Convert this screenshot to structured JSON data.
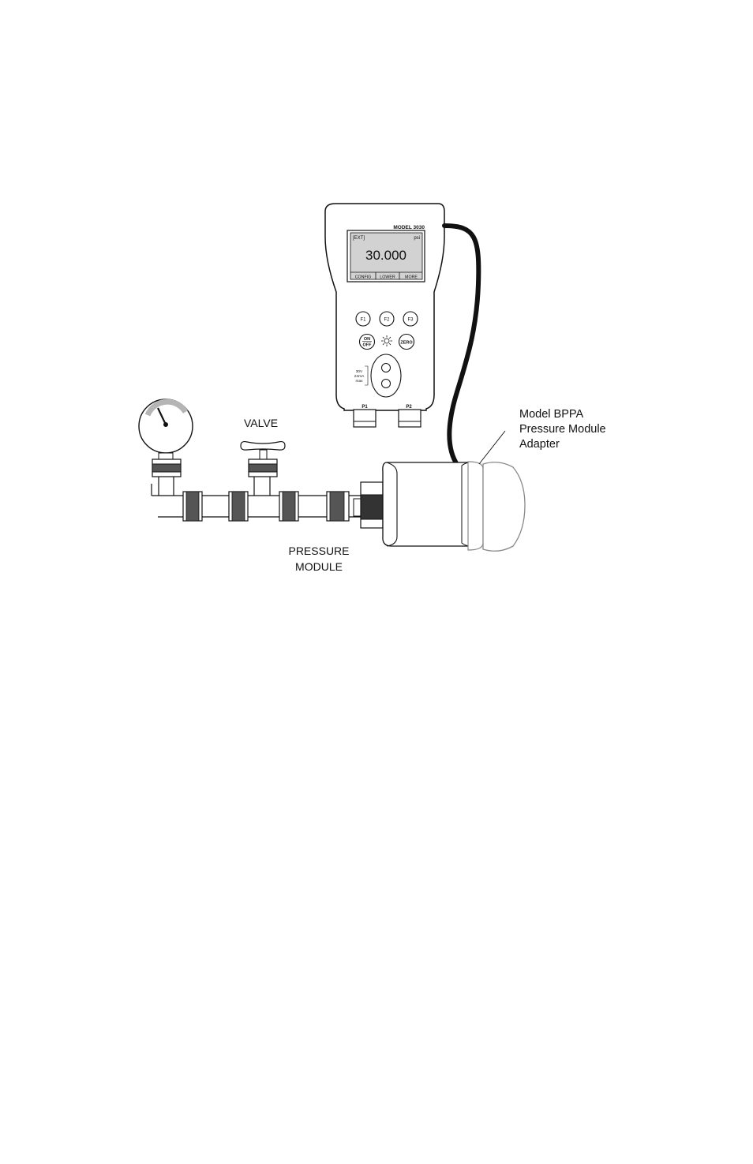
{
  "device": {
    "model": "MODEL 3030",
    "mode_tag": "[EXT]",
    "unit": "psi",
    "reading": "30.000",
    "softkeys": [
      "CONFIG",
      "LOWER",
      "MORE"
    ],
    "fkeys": [
      "F1",
      "F2",
      "F3"
    ],
    "on_label": "ON",
    "off_label": "OFF",
    "zero_label": "ZERO",
    "port_rating": [
      "30V",
      "24mA",
      "max"
    ],
    "ports": [
      "P1",
      "P2"
    ]
  },
  "labels": {
    "valve": "VALVE",
    "pressure_module": [
      "PRESSURE",
      "MODULE"
    ],
    "adapter": [
      "Model BPPA",
      "Pressure Module",
      "Adapter"
    ]
  }
}
